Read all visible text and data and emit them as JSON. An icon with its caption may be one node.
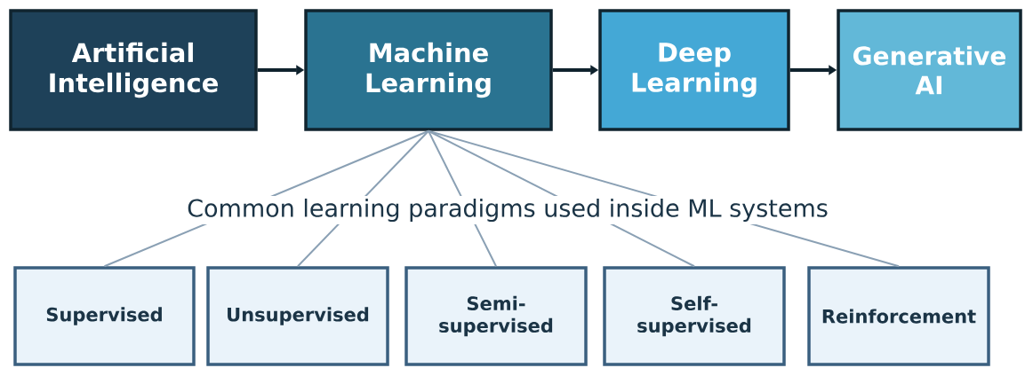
{
  "diagram": {
    "nodes": [
      {
        "text": [
          "Artificial Intelligence"
        ]
      },
      {
        "text": [
          "Machine Learning"
        ]
      },
      {
        "text": [
          "Deep Learning"
        ]
      },
      {
        "text": [
          "Generative AI"
        ]
      },
      {
        "text": [
          "Supervised"
        ]
      },
      {
        "text": [
          "Unsupervised"
        ]
      },
      {
        "text": [
          "Semi- supervised"
        ]
      },
      {
        "text": [
          "Self- supervised"
        ]
      },
      {
        "text": [
          "Reinforcement"
        ]
      }
    ],
    "edges": [
      {
        "from": 0,
        "to": 1,
        "arrow": "to",
        "style": "thick",
        "color": "#0f222d"
      },
      {
        "from": 1,
        "to": 2,
        "arrow": "to",
        "style": "thick",
        "color": "#0f222d"
      },
      {
        "from": 2,
        "to": 3,
        "arrow": "to",
        "style": "thick",
        "color": "#0f222d"
      },
      {
        "from": 1,
        "to": 4,
        "arrow": "none"
      },
      {
        "from": 1,
        "to": 5,
        "arrow": "none"
      },
      {
        "from": 1,
        "to": 6,
        "arrow": "none"
      },
      {
        "from": 1,
        "to": 7,
        "arrow": "none"
      },
      {
        "from": 1,
        "to": 8,
        "arrow": "none"
      }
    ],
    "labels": [
      "Common learning paradigms used inside ML systems"
    ]
  }
}
